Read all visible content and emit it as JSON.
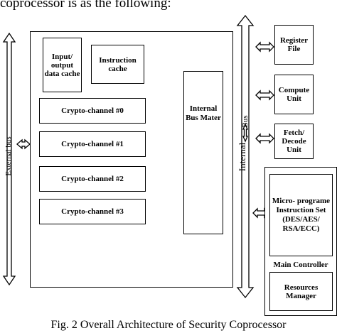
{
  "heading": "coprocessor is as the following:",
  "caption": "Fig. 2 Overall Architecture of Security Coprocessor",
  "external_bus": "External  bus",
  "internal_bus_word1": "Internal",
  "internal_bus_word2": "Bus",
  "blocks": {
    "io_cache": "Input/ output data cache",
    "instruction_cache": "Instruction cache",
    "crypto_channel_0": "Crypto-channel #0",
    "crypto_channel_1": "Crypto-channel #1",
    "crypto_channel_2": "Crypto-channel #2",
    "crypto_channel_3": "Crypto-channel #3",
    "internal_bus_mater": "Internal Bus Mater",
    "register_file": "Register File",
    "compute_unit": "Compute Unit",
    "fetch_decode_unit": "Fetch/ Decode Unit",
    "microprogram_set": "Micro- programe Instruction Set (DES/AES/ RSA/ECC)",
    "main_controller": "Main Controller",
    "resources_manager": "Resources Manager"
  }
}
